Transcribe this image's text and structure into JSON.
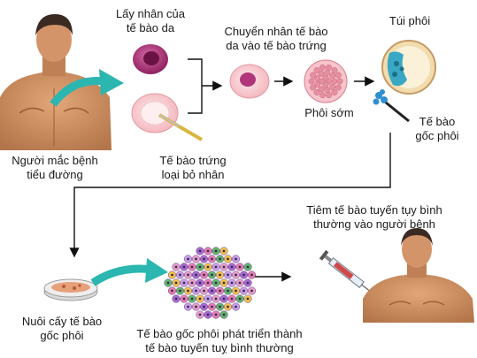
{
  "labels": {
    "patient": "Người mắc bệnh\ntiểu đường",
    "take_nucleus": "Lấy nhân của\ntế bào da",
    "egg_cell": "Tế bào trứng\nloại bỏ nhân",
    "transfer": "Chuyển nhân tế bào\nda vào tế bào trứng",
    "early_embryo": "Phôi sớm",
    "blastocyst": "Túi phôi",
    "stem_cell": "Tế bào\ngốc phôi",
    "injection": "Tiêm tế bào tuyến tụy bình\nthường vào người bệnh",
    "culture": "Nuôi cấy tế bào\ngốc phôi",
    "develop": "Tế bào gốc phôi phát triển thành\ntế bào tuyến tuỵ bình thường"
  },
  "colors": {
    "skin": "#c98a5c",
    "hair": "#3a2a22",
    "teal_arrow": "#2bb6b0",
    "skin_cell": "#b0357a",
    "egg": "#f7c6c9",
    "embryo": "#e58fa0",
    "blastocyst_rim": "#f0dca5",
    "blastocyst_inner": "#3aa8c4"
  },
  "icons": [
    "syringe-icon",
    "petri-dish-icon",
    "pipette-icon",
    "needle-icon"
  ]
}
